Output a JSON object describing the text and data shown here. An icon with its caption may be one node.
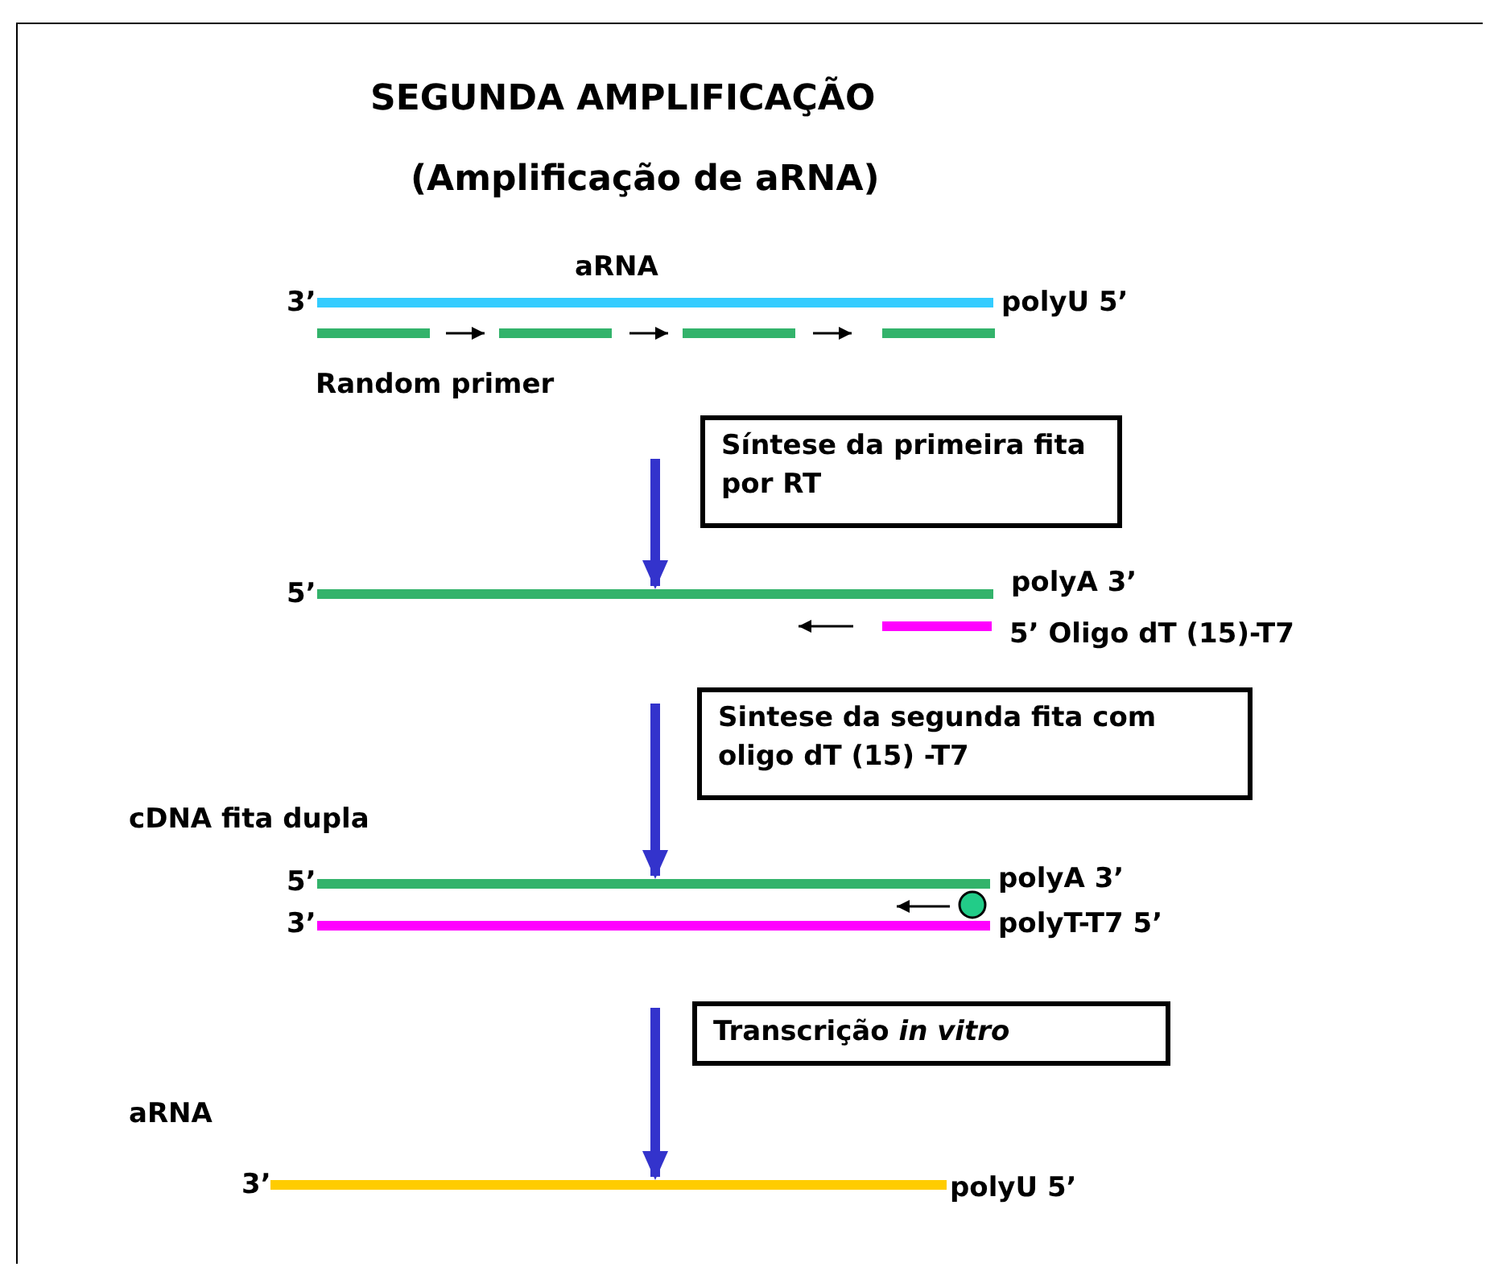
{
  "diagram": {
    "title": "SEGUNDA AMPLIFICAÇÃO",
    "nodes": [
      {
        "text": [],
        "shape": "bar"
      },
      {
        "text": [
          "Síntese da primeira fita por RT"
        ]
      },
      {
        "text": [],
        "shape": "bar"
      },
      {
        "text": [],
        "shape": "bar"
      },
      {
        "text": [
          "Sintese da segunda fita com oligo dT (15) -T7"
        ]
      },
      {
        "text": [],
        "shape": "bar"
      },
      {
        "text": [],
        "shape": "bar"
      },
      {
        "text": [
          "Transcrição *in vitro*"
        ]
      },
      {
        "text": [],
        "shape": "bar"
      }
    ],
    "edges": [
      {
        "from": null,
        "to": 2,
        "arrow": "to"
      },
      {
        "from": null,
        "to": 5,
        "arrow": "to"
      },
      {
        "from": null,
        "to": 8,
        "arrow": "to"
      }
    ],
    "labels": [
      "(Amplificação de aRNA)",
      "aRNA",
      "3’",
      "polyU 5’",
      "Random primer",
      "5’",
      "polyA 3’",
      "5’ Oligo dT (15)-T7",
      "cDNA fita dupla",
      "5’",
      "polyA 3’",
      "3’",
      "polyT-T7 5’",
      "aRNA",
      "3’",
      "polyU 5’"
    ]
  }
}
